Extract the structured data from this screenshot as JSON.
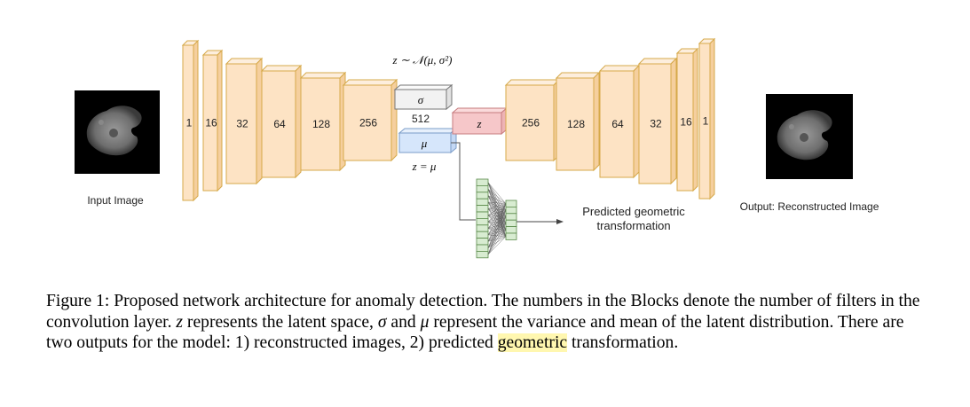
{
  "diagram": {
    "input_label": "Input Image",
    "output_label": "Output: Reconstructed Image",
    "encoder_blocks": [
      "1",
      "16",
      "32",
      "64",
      "128",
      "256"
    ],
    "decoder_blocks": [
      "256",
      "128",
      "64",
      "32",
      "16",
      "1"
    ],
    "sigma_symbol": "σ",
    "sigma_size": "512",
    "mu_symbol": "μ",
    "z_symbol": "z",
    "prior_formula": "z ∼ 𝒩(μ, σ²)",
    "z_eq_mu": "z = μ",
    "predicted_label_line1": "Predicted geometric",
    "predicted_label_line2": "transformation",
    "colors": {
      "block_fill": "#fde3c4",
      "block_stroke": "#d6a94a",
      "sigma_fill": "#f2f2f2",
      "mu_fill": "#d6e6fb",
      "z_fill": "#f6c7c9",
      "mlp_fill": "#d8ecd1"
    }
  },
  "caption": {
    "prefix": "Figure 1: Proposed network architecture for anomaly detection. The numbers in the Blocks denote the number of filters in the convolution layer. ",
    "z1": "z",
    "mid1": " represents the latent space, ",
    "sigma": "σ",
    "mid2": " and ",
    "mu": "μ",
    "mid3": " represent the variance and mean of the latent distribution. There are two outputs for the model: 1) reconstructed images, 2) predicted ",
    "highlight": "geometric",
    "suffix": " transformation."
  }
}
